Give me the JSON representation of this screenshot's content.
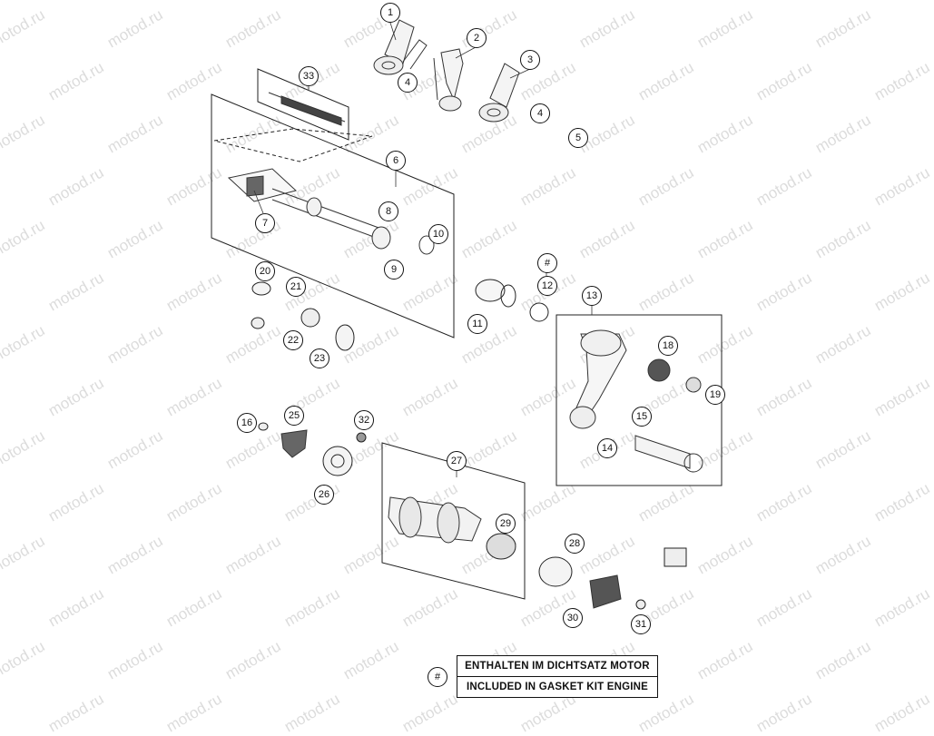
{
  "watermark": {
    "text": "motod.ru",
    "color": "#dcdcdc"
  },
  "callouts": [
    {
      "label": "1"
    },
    {
      "label": "2"
    },
    {
      "label": "3"
    },
    {
      "label": "4"
    },
    {
      "label": "4"
    },
    {
      "label": "5"
    },
    {
      "label": "6"
    },
    {
      "label": "7"
    },
    {
      "label": "8"
    },
    {
      "label": "9"
    },
    {
      "label": "10"
    },
    {
      "label": "11"
    },
    {
      "label": "12"
    },
    {
      "label": "#"
    },
    {
      "label": "13"
    },
    {
      "label": "14"
    },
    {
      "label": "15"
    },
    {
      "label": "16"
    },
    {
      "label": "18"
    },
    {
      "label": "19"
    },
    {
      "label": "20"
    },
    {
      "label": "21"
    },
    {
      "label": "22"
    },
    {
      "label": "23"
    },
    {
      "label": "25"
    },
    {
      "label": "26"
    },
    {
      "label": "27"
    },
    {
      "label": "28"
    },
    {
      "label": "29"
    },
    {
      "label": "30"
    },
    {
      "label": "31"
    },
    {
      "label": "32"
    },
    {
      "label": "33"
    }
  ],
  "legend": {
    "symbol": "#",
    "line1": "ENTHALTEN IM DICHTSATZ MOTOR",
    "line2": "INCLUDED IN GASKET KIT ENGINE"
  }
}
